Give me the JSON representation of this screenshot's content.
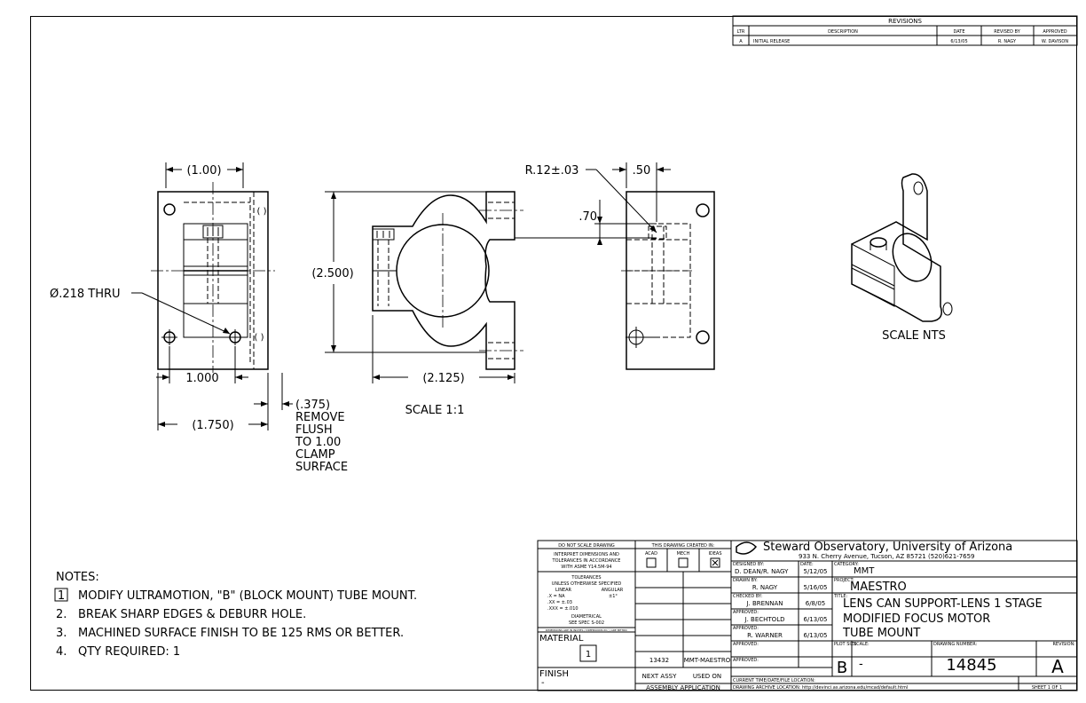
{
  "revisions": {
    "title": "REVISIONS",
    "headers": [
      "LTR",
      "DESCRIPTION",
      "DATE",
      "REVISED BY",
      "APPROVED"
    ],
    "rows": [
      [
        "A",
        "INITIAL RELEASE",
        "6/13/05",
        "R. NAGY",
        "W. DAVISON"
      ]
    ]
  },
  "dimensions": {
    "left_width_ref": "(1.00)",
    "left_paren_top": "( )",
    "left_paren_bottom": "( )",
    "hole_callout": "Ø.218 THRU",
    "hole_spacing": "1.000",
    "overall_width": "(1.750)",
    "depth": "(.375)",
    "depth_note": [
      "REMOVE",
      "FLUSH",
      "TO 1.00",
      "CLAMP",
      "SURFACE"
    ],
    "height": "(2.500)",
    "front_width": "(2.125)",
    "radius": "R.12±.03",
    "right_top": ".50",
    "right_side": ".70"
  },
  "view_labels": {
    "main_scale": "SCALE 1:1",
    "iso_scale": "SCALE NTS"
  },
  "notes": {
    "title": "NOTES:",
    "items": [
      {
        "num": "1",
        "boxed": true,
        "text": "MODIFY ULTRAMOTION, \"B\" (BLOCK MOUNT) TUBE MOUNT."
      },
      {
        "num": "2.",
        "boxed": false,
        "text": "BREAK SHARP EDGES & DEBURR HOLE."
      },
      {
        "num": "3.",
        "boxed": false,
        "text": "MACHINED SURFACE FINISH TO BE 125 RMS OR BETTER."
      },
      {
        "num": "4.",
        "boxed": false,
        "text": "QTY REQUIRED: 1"
      }
    ]
  },
  "tolerance_block": {
    "do_not_scale": "DO NOT SCALE DRAWING",
    "interpret": [
      "INTERPRET DIMENSIONS AND",
      "TOLERANCES IN ACCORDANCE",
      "WITH ASME Y14.5M-94"
    ],
    "tol_title": "TOLERANCES",
    "unless": "UNLESS OTHERWISE SPECIFIED",
    "linear": "LINEAR",
    "angular": "ANGULAR",
    "tol_x": ".X    = NA",
    "tol_xx": ".XX  = ±.03",
    "tol_xxx": ".XXX = ±.010",
    "tol_ang": "±1°",
    "diametrical": "DIAMETRICAL",
    "see_spec": "SEE SPEC S-002",
    "dims_note": "DIMENSIONS ARE IN INCHES / DIMENSIONS IN ( ) ARE METRIC",
    "material": "MATERIAL",
    "material_note": "1",
    "finish": "FINISH",
    "finish_value": "-"
  },
  "created_in": {
    "title": "THIS DRAWING CREATED IN:",
    "options": [
      "ACAD",
      "MECH",
      "IDEAS"
    ],
    "checked": "IDEAS",
    "assy_num": "13432",
    "assy_name": "MMT-MAESTRO",
    "next_assy": "NEXT ASSY",
    "used_on": "USED ON",
    "application": "ASSEMBLY APPLICATION"
  },
  "title_block": {
    "org_line1": "Steward Observatory, University of Arizona",
    "org_line2": "933 N. Cherry Avenue, Tucson, AZ  85721   (520)621-7659",
    "designed_by_label": "DESIGNED BY:",
    "designed_by": "D. DEAN/R. NAGY",
    "date_label": "DATE:",
    "designed_date": "5/12/05",
    "drawn_by_label": "DRAWN BY:",
    "drawn_by": "R. NAGY",
    "drawn_date": "5/16/05",
    "checked_by_label": "CHECKED BY:",
    "checked_by": "J. BRENNAN",
    "checked_date": "6/8/05",
    "approved_label": "APPROVED:",
    "approved1": "J. BECHTOLD",
    "approved1_date": "6/13/05",
    "approved2": "R. WARNER",
    "approved2_date": "6/13/05",
    "category_label": "CATEGORY:",
    "category": "MMT",
    "project_label": "PROJECT:",
    "project": "MAESTRO",
    "title_label": "TITLE:",
    "title_lines": [
      "LENS CAN SUPPORT-LENS 1 STAGE",
      "MODIFIED FOCUS MOTOR",
      "TUBE MOUNT"
    ],
    "plot_size_label": "PLOT SIZE",
    "plot_size": "B",
    "scale_label": "SCALE:",
    "scale": "-",
    "drawing_number_label": "DRAWING NUMBER:",
    "drawing_number": "14845",
    "revision_label": "REVISION:",
    "revision": "A",
    "current_time_label": "CURRENT TIME/DATE/FILE LOCATION:",
    "archive_label": "DRAWING ARCHIVE LOCATION: http://devinci.as.arizona.edu/mcad/default.html",
    "sheet": "SHEET 1 OF 1"
  }
}
